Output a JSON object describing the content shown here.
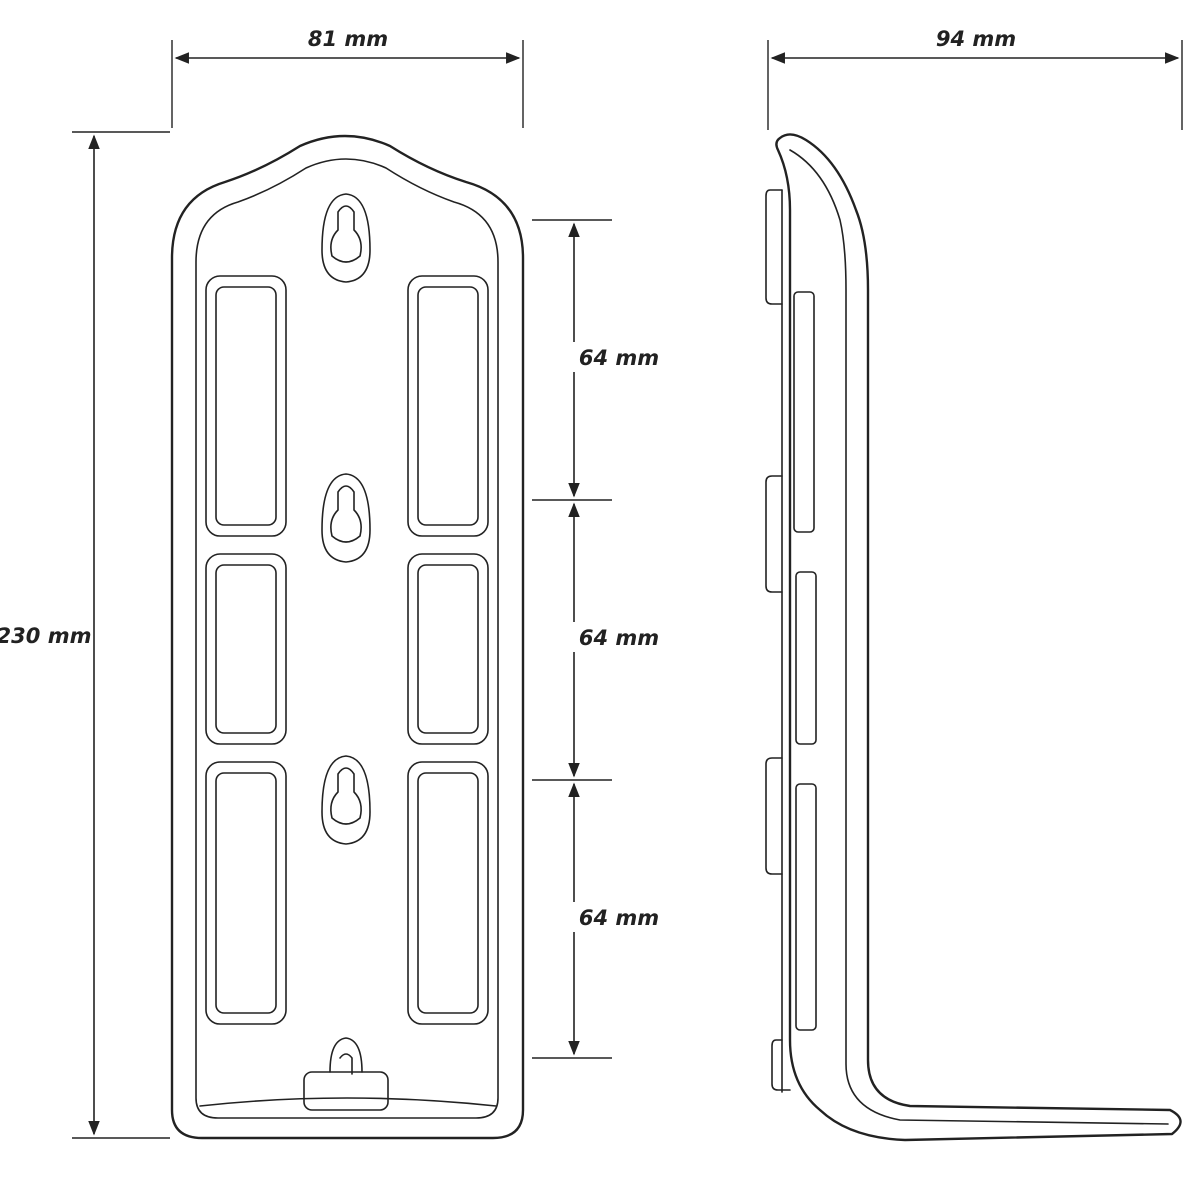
{
  "dimensions": {
    "front_width": "81 mm",
    "side_depth": "94 mm",
    "total_height": "230 mm",
    "hole_spacing_1": "64 mm",
    "hole_spacing_2": "64 mm",
    "hole_spacing_3": "64 mm"
  },
  "colors": {
    "line": "#222222",
    "background": "#ffffff"
  }
}
